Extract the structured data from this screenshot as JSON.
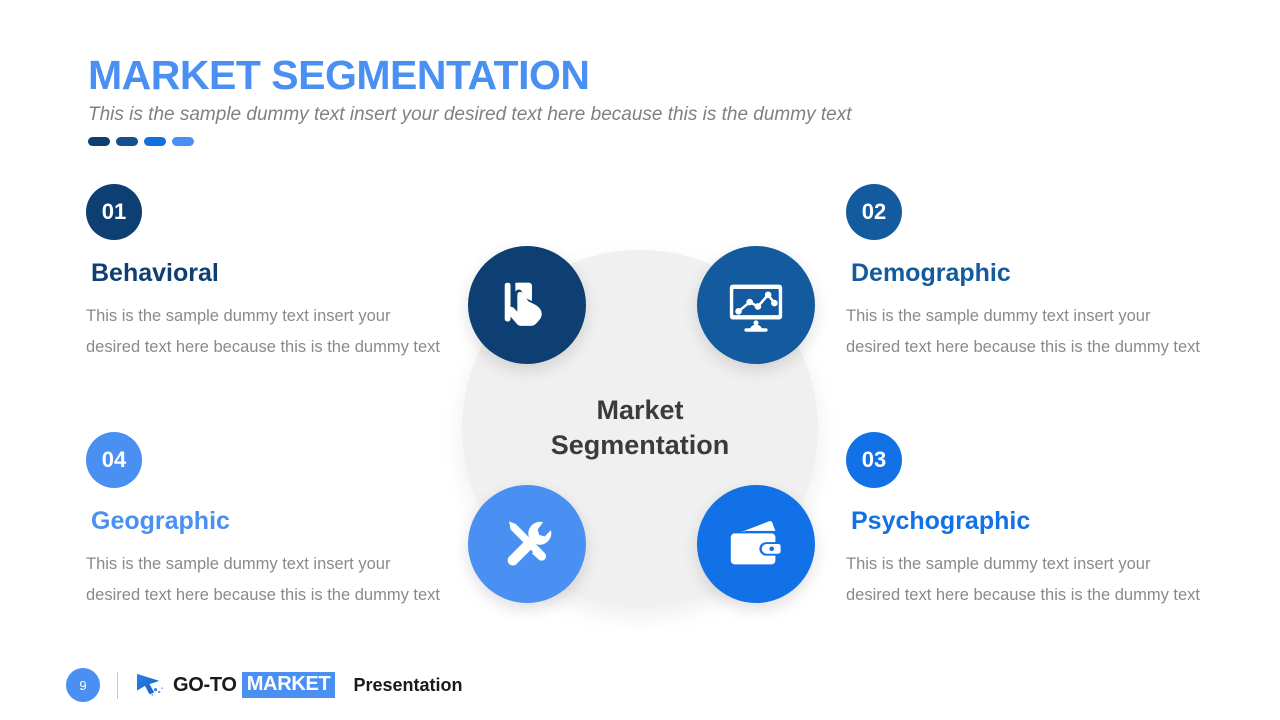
{
  "header": {
    "title": "MARKET SEGMENTATION",
    "subtitle": "This is the sample dummy text insert your desired text here because this is the dummy text",
    "title_color": "#4a90f2",
    "subtitle_color": "#808080",
    "dashes": [
      "#0d3f72",
      "#14508f",
      "#0f6fdc",
      "#4a90f2"
    ]
  },
  "center": {
    "line1": "Market",
    "line2": "Segmentation",
    "circle_color": "#f0f0f0",
    "text_color": "#3b3b3b"
  },
  "segments": [
    {
      "number": "01",
      "title": "Behavioral",
      "body": "This is the sample  dummy  text insert your desired text here because this is the dummy  text",
      "color": "#0d3f72",
      "icon": "hand-touch-card-icon",
      "position": "top-left"
    },
    {
      "number": "02",
      "title": "Demographic",
      "body": "This is the sample  dummy  text insert your desired text here because this is the dummy  text",
      "color": "#135a9e",
      "icon": "monitor-chart-icon",
      "position": "top-right"
    },
    {
      "number": "03",
      "title": "Psychographic",
      "body": "This is the sample  dummy  text insert your desired text here because this is the dummy  text",
      "color": "#1371e8",
      "icon": "wallet-icon",
      "position": "bottom-right"
    },
    {
      "number": "04",
      "title": "Geographic",
      "body": "This is the sample  dummy  text insert your desired text here because this is the dummy  text",
      "color": "#4a90f2",
      "icon": "tools-wrench-screwdriver-icon",
      "position": "bottom-left"
    }
  ],
  "footer": {
    "page_number": "9",
    "logo_icon": "cursor-arrow-icon",
    "brand_first": "GO-TO",
    "brand_second": "MARKET",
    "brand_suffix": "Presentation",
    "accent_color": "#4a90f2"
  }
}
